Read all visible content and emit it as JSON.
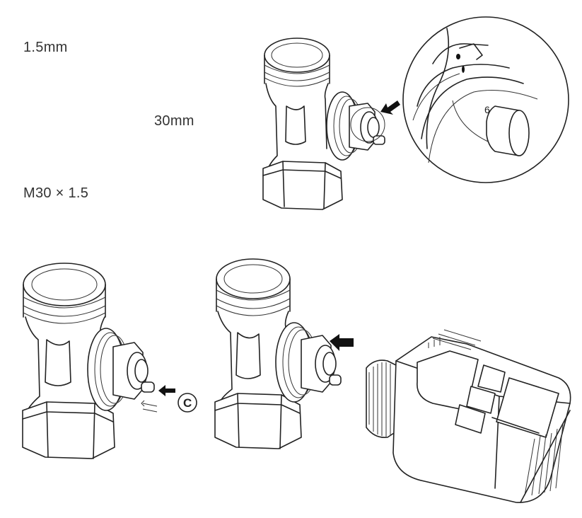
{
  "labels": {
    "thread_pitch": "1.5mm",
    "diameter": "30mm",
    "thread_spec": "M30 × 1.5"
  },
  "callouts": {
    "detail_marker": "6",
    "step_marker": "C"
  },
  "colors": {
    "line": "#222222",
    "background": "#ffffff"
  }
}
